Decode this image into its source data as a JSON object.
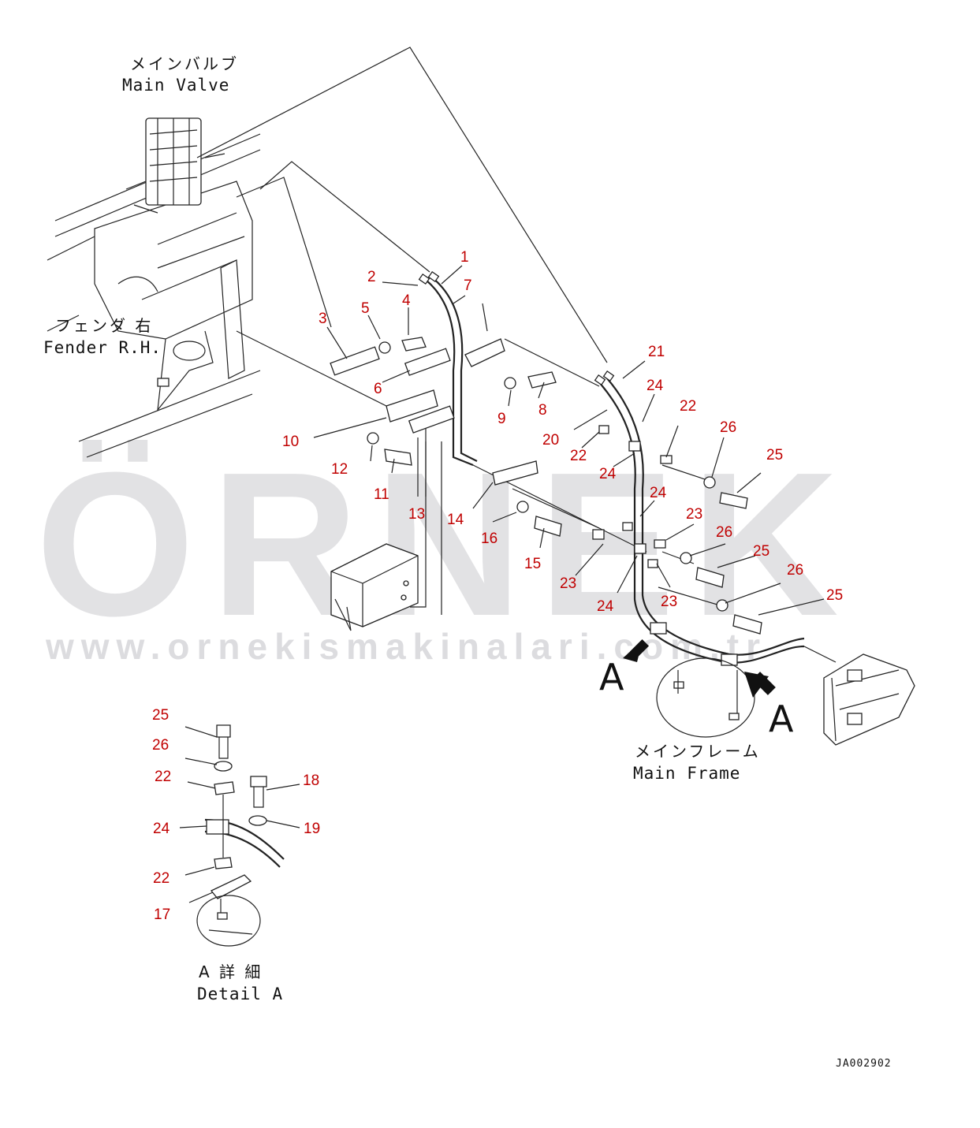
{
  "labels": {
    "main_valve_jp": "メインバルブ",
    "main_valve_en": "Main Valve",
    "fender_jp": "フェンダ 右",
    "fender_en": "Fender R.H.",
    "main_frame_jp": "メインフレーム",
    "main_frame_en": "Main Frame",
    "detail_jp": "A 詳 細",
    "detail_en": "Detail A",
    "view_a": "A",
    "drawing_code": "JA002902"
  },
  "watermark": {
    "brand": "ÖRNEK",
    "url": "www.ornekismakinalari.com.tr",
    "accent_color": "#f2c200",
    "gray_color": "#d9d9dc"
  },
  "colors": {
    "part_number": "#c00000",
    "line": "#222222"
  },
  "callouts": [
    {
      "id": "1",
      "text": "1"
    },
    {
      "id": "2",
      "text": "2"
    },
    {
      "id": "3",
      "text": "3"
    },
    {
      "id": "4",
      "text": "4"
    },
    {
      "id": "5",
      "text": "5"
    },
    {
      "id": "6",
      "text": "6"
    },
    {
      "id": "7",
      "text": "7"
    },
    {
      "id": "8",
      "text": "8"
    },
    {
      "id": "9",
      "text": "9"
    },
    {
      "id": "10",
      "text": "10"
    },
    {
      "id": "11",
      "text": "11"
    },
    {
      "id": "12",
      "text": "12"
    },
    {
      "id": "13",
      "text": "13"
    },
    {
      "id": "14",
      "text": "14"
    },
    {
      "id": "15",
      "text": "15"
    },
    {
      "id": "16",
      "text": "16"
    },
    {
      "id": "20",
      "text": "20"
    },
    {
      "id": "21",
      "text": "21"
    },
    {
      "id": "22a",
      "text": "22"
    },
    {
      "id": "22b",
      "text": "22"
    },
    {
      "id": "23a",
      "text": "23"
    },
    {
      "id": "23b",
      "text": "23"
    },
    {
      "id": "23c",
      "text": "23"
    },
    {
      "id": "24a",
      "text": "24"
    },
    {
      "id": "24b",
      "text": "24"
    },
    {
      "id": "24c",
      "text": "24"
    },
    {
      "id": "24d",
      "text": "24"
    },
    {
      "id": "25a",
      "text": "25"
    },
    {
      "id": "25b",
      "text": "25"
    },
    {
      "id": "25c",
      "text": "25"
    },
    {
      "id": "26a",
      "text": "26"
    },
    {
      "id": "26b",
      "text": "26"
    },
    {
      "id": "26c",
      "text": "26"
    },
    {
      "id": "d25",
      "text": "25"
    },
    {
      "id": "d26",
      "text": "26"
    },
    {
      "id": "d22a",
      "text": "22"
    },
    {
      "id": "d18",
      "text": "18"
    },
    {
      "id": "d24",
      "text": "24"
    },
    {
      "id": "d19",
      "text": "19"
    },
    {
      "id": "d22b",
      "text": "22"
    },
    {
      "id": "d17",
      "text": "17"
    }
  ]
}
